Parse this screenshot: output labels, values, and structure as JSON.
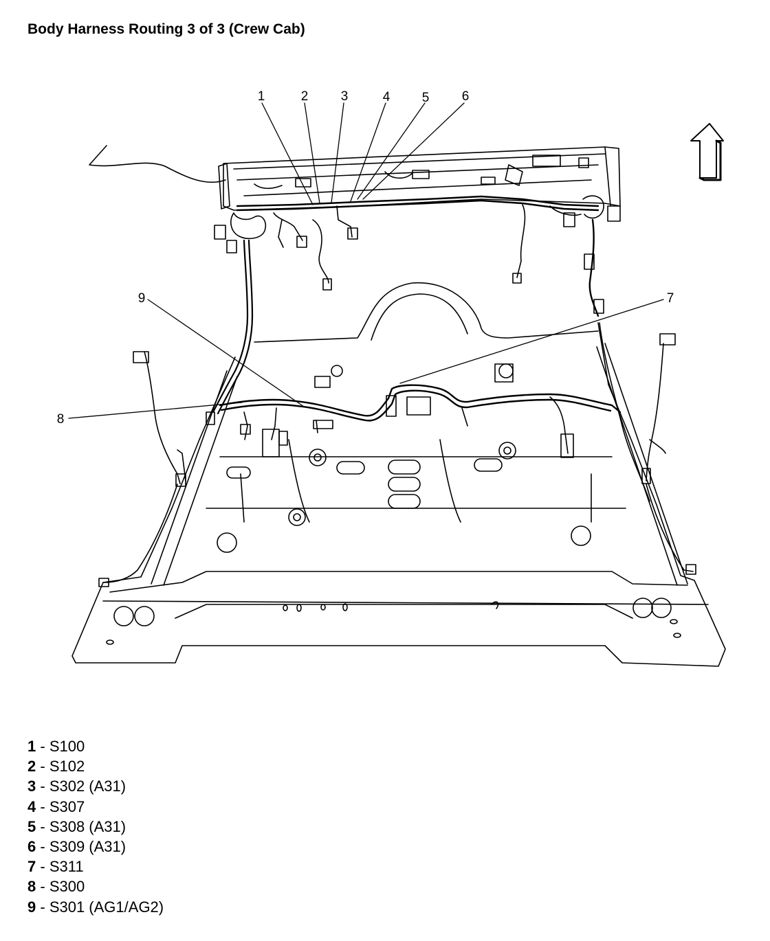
{
  "title": "Body Harness Routing 3 of 3 (Crew Cab)",
  "callouts": [
    {
      "num": "1",
      "label": "S100"
    },
    {
      "num": "2",
      "label": "S102"
    },
    {
      "num": "3",
      "label": "S302 (A31)"
    },
    {
      "num": "4",
      "label": "S307"
    },
    {
      "num": "5",
      "label": "S308 (A31)"
    },
    {
      "num": "6",
      "label": "S309 (A31)"
    },
    {
      "num": "7",
      "label": "S311"
    },
    {
      "num": "8",
      "label": "S300"
    },
    {
      "num": "9",
      "label": "S301 (AG1/AG2)"
    }
  ],
  "legend_separator": " - ",
  "icons": {
    "direction": "up-arrow-icon"
  }
}
